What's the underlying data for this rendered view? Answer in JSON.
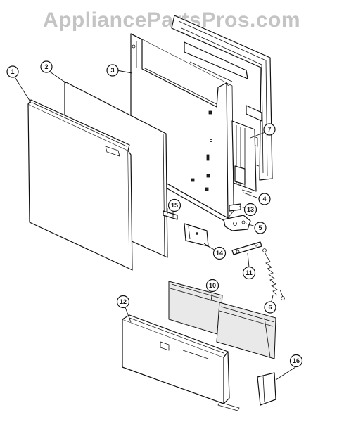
{
  "watermark": "AppliancePartsPros.com",
  "callouts": [
    "1",
    "2",
    "3",
    "4",
    "5",
    "6",
    "7",
    "10",
    "11",
    "12",
    "13",
    "14",
    "15",
    "16"
  ]
}
